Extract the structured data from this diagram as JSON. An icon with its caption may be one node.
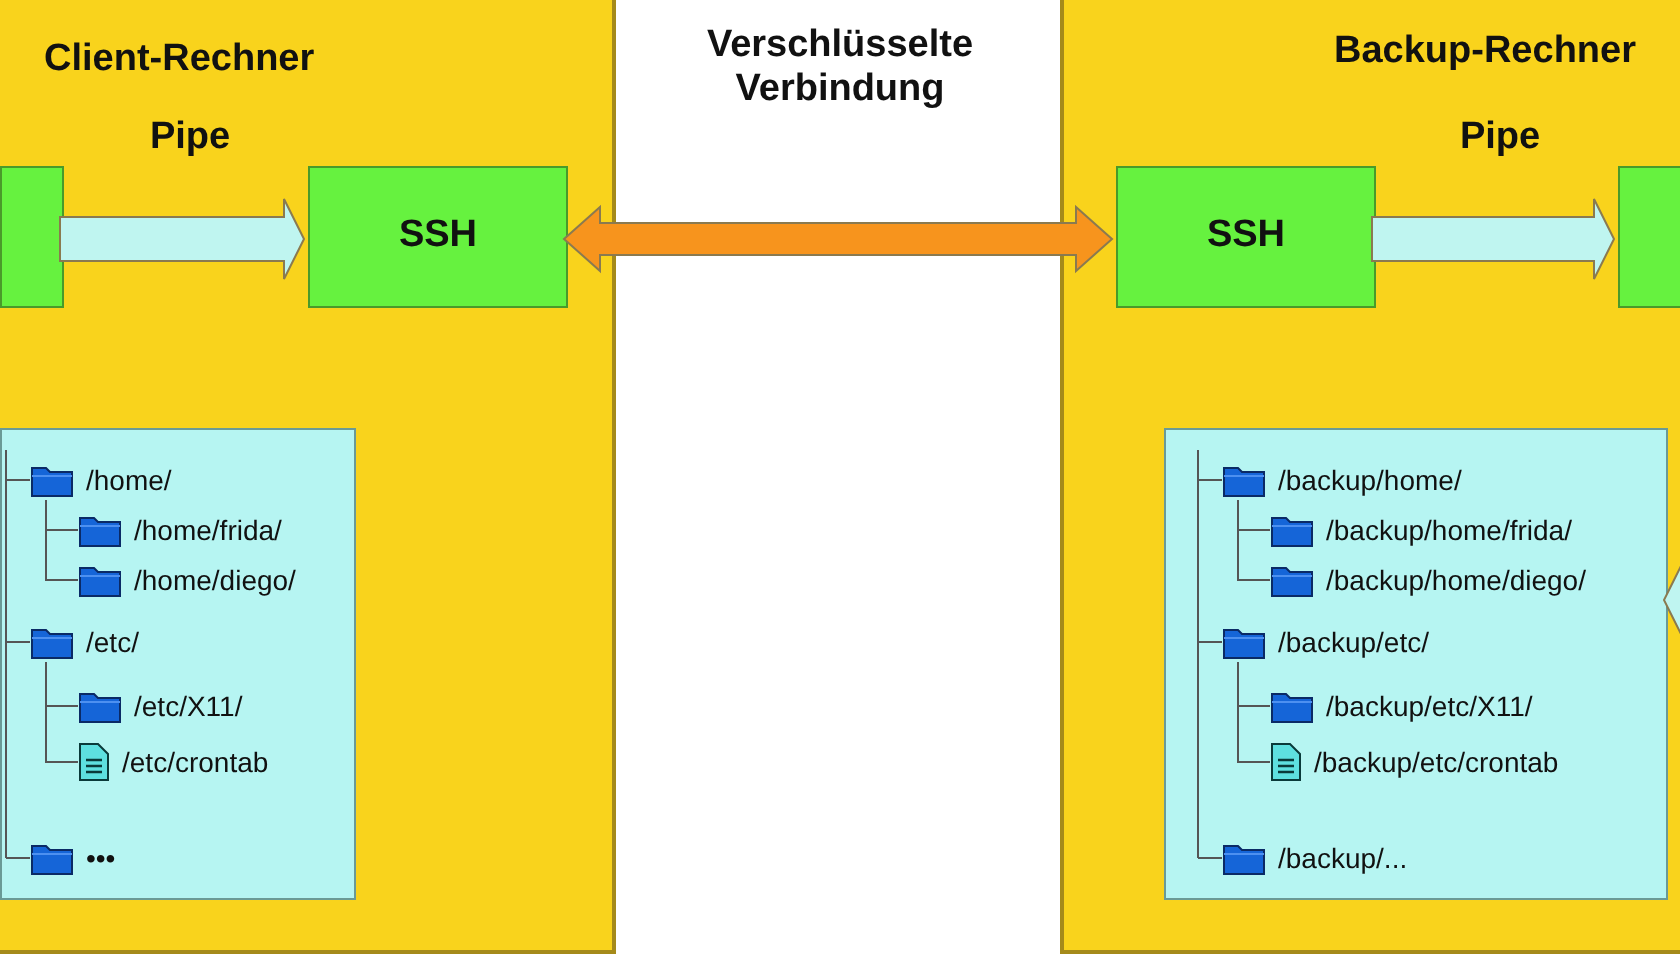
{
  "diagram": {
    "nodes": [
      {
        "text": [
          "Client-Rechner"
        ]
      },
      {
        "text": [],
        "shape": "box",
        "in": 0
      },
      {
        "text": [
          "SSH"
        ],
        "in": 0
      },
      {
        "text": [
          "/home/",
          "/home/frida/",
          "/home/diego/",
          "/etc/",
          "/etc/X11/",
          "/etc/crontab",
          "•••"
        ],
        "in": 0
      },
      {
        "text": [
          "Backup-Rechner"
        ]
      },
      {
        "text": [
          "SSH"
        ],
        "in": 4
      },
      {
        "text": [],
        "shape": "box",
        "in": 4
      },
      {
        "text": [
          "/backup/home/",
          "/backup/home/frida/",
          "/backup/home/diego/",
          "/backup/etc/",
          "/backup/etc/X11/",
          "/backup/etc/crontab",
          "/backup/..."
        ],
        "in": 4
      }
    ],
    "edges": [
      {
        "from": 1,
        "to": 2,
        "arrow": "to",
        "label": "Pipe",
        "style": "thick",
        "color": "#bff5f0"
      },
      {
        "from": 2,
        "to": 5,
        "arrow": "both",
        "label": "Verschlüsselte Verbindung",
        "style": "thick",
        "color": "#f7941d"
      },
      {
        "from": 5,
        "to": 6,
        "arrow": "to",
        "label": "Pipe",
        "style": "thick",
        "color": "#bff5f0"
      },
      {
        "from": null,
        "to": 7,
        "arrow": "to",
        "style": "thick",
        "color": "#bff5f0"
      }
    ]
  }
}
